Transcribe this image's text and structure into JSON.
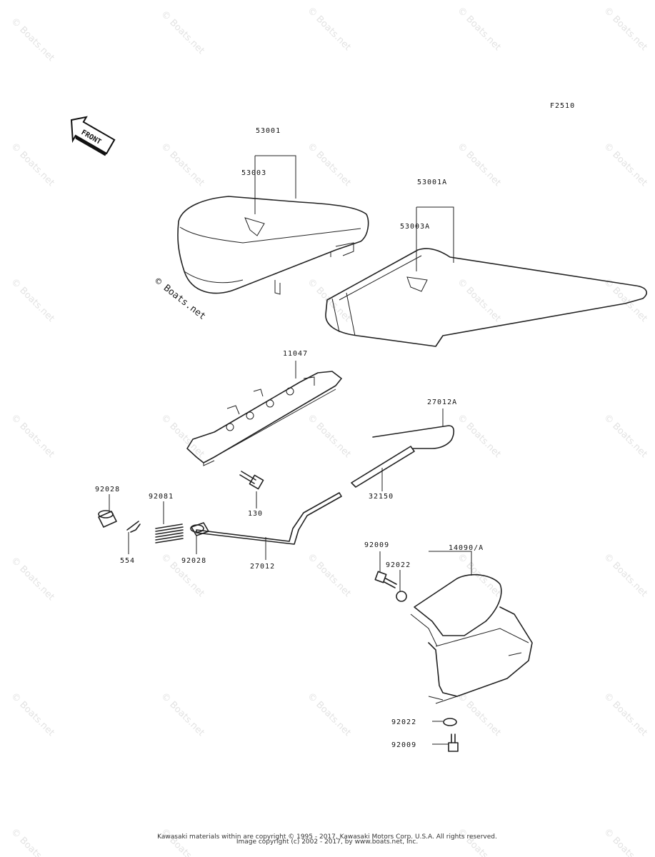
{
  "diagram": {
    "figure_code": "F2510",
    "front_label": "FRONT",
    "copyright_mark": "© Boats.net",
    "watermark": "© Boats.net",
    "footer_line1": "Kawasaki materials within are copyright © 1995 - 2017, Kawasaki Motors Corp. U.S.A. All rights reserved.",
    "footer_line2": "Image copyright (c) 2002 - 2017, by www.boats.net, Inc.",
    "parts": {
      "p53001": "53001",
      "p53003": "53003",
      "p53001A": "53001A",
      "p53003A": "53003A",
      "p11047": "11047",
      "p27012A": "27012A",
      "p32150": "32150",
      "p130": "130",
      "p92028a": "92028",
      "p92081": "92081",
      "p554": "554",
      "p92028b": "92028",
      "p27012": "27012",
      "p92009a": "92009",
      "p92022a": "92022",
      "p14090A": "14090/A",
      "p92022b": "92022",
      "p92009b": "92009"
    }
  }
}
